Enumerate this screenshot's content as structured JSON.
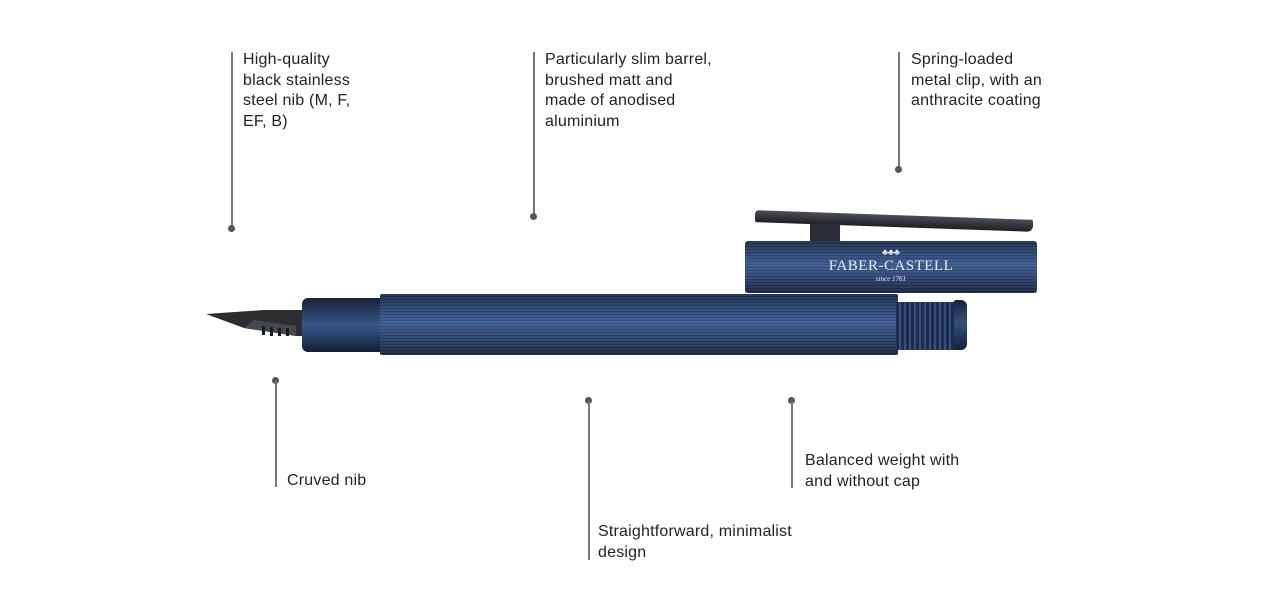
{
  "annotations": [
    {
      "id": "nib",
      "text": "High-quality\nblack stainless\nsteel nib (M, F,\nEF, B)"
    },
    {
      "id": "barrel",
      "text": "Particularly slim barrel,\nbrushed matt and\nmade of anodised\naluminium"
    },
    {
      "id": "clip",
      "text": "Spring-loaded\nmetal clip, with an\nanthracite coating"
    },
    {
      "id": "curved-nib",
      "text": "Cruved nib"
    },
    {
      "id": "design",
      "text": "Straightforward, minimalist\ndesign"
    },
    {
      "id": "weight",
      "text": "Balanced weight with\nand without cap"
    }
  ],
  "logo": {
    "brand": "FABER-CASTELL",
    "tagline": "since 1761"
  },
  "colors": {
    "barrel": "#2f4a78",
    "text": "#222222",
    "line": "#777777",
    "dot": "#555555",
    "clip": "#2a2d33"
  }
}
